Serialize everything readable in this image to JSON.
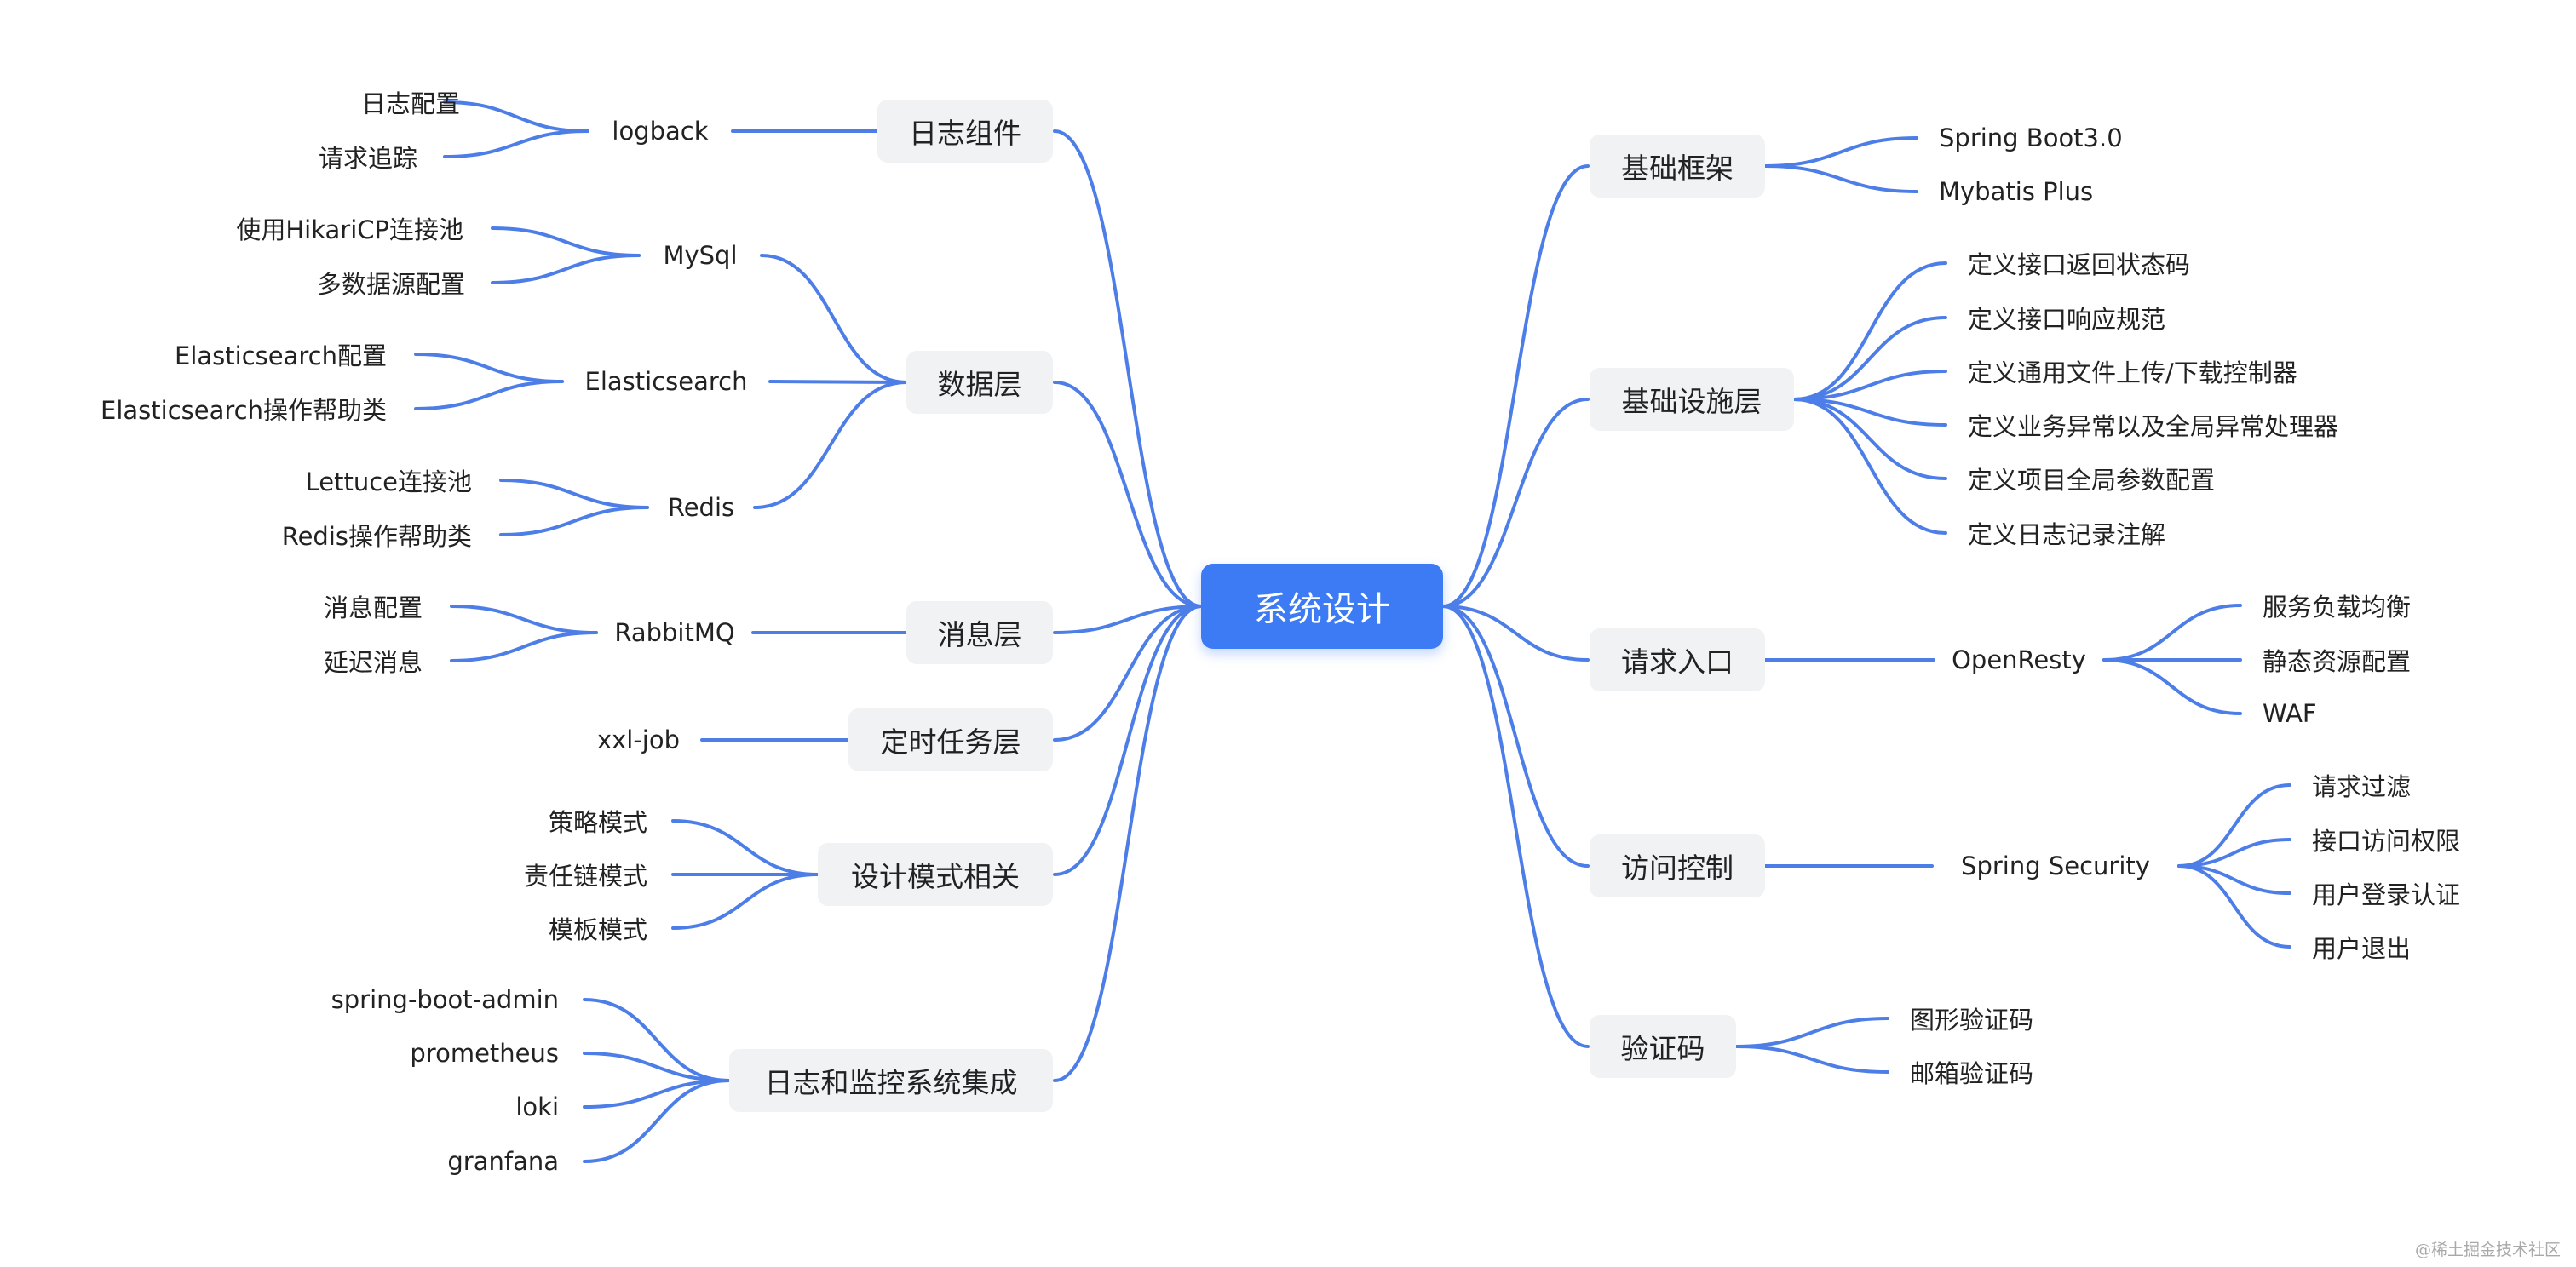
{
  "mindmap": {
    "root": "系统设计",
    "branches": {
      "logging": {
        "label": "日志组件",
        "children": {
          "logback": {
            "label": "logback",
            "children": [
              "日志配置",
              "请求追踪"
            ]
          }
        }
      },
      "data": {
        "label": "数据层",
        "children": {
          "mysql": {
            "label": "MySql",
            "children": [
              "使用HikariCP连接池",
              "多数据源配置"
            ]
          },
          "elasticsearch": {
            "label": "Elasticsearch",
            "children": [
              "Elasticsearch配置",
              "Elasticsearch操作帮助类"
            ]
          },
          "redis": {
            "label": "Redis",
            "children": [
              "Lettuce连接池",
              "Redis操作帮助类"
            ]
          }
        }
      },
      "message": {
        "label": "消息层",
        "children": {
          "rabbitmq": {
            "label": "RabbitMQ",
            "children": [
              "消息配置",
              "延迟消息"
            ]
          }
        }
      },
      "schedule": {
        "label": "定时任务层",
        "children": [
          "xxl-job"
        ]
      },
      "pattern": {
        "label": "设计模式相关",
        "children": [
          "策略模式",
          "责任链模式",
          "模板模式"
        ]
      },
      "monitor": {
        "label": "日志和监控系统集成",
        "children": [
          "spring-boot-admin",
          "prometheus",
          "loki",
          "granfana"
        ]
      },
      "framework": {
        "label": "基础框架",
        "children": [
          "Spring Boot3.0",
          "Mybatis Plus"
        ]
      },
      "infra": {
        "label": "基础设施层",
        "children": [
          "定义接口返回状态码",
          "定义接口响应规范",
          "定义通用文件上传/下载控制器",
          "定义业务异常以及全局异常处理器",
          "定义项目全局参数配置",
          "定义日志记录注解"
        ]
      },
      "entry": {
        "label": "请求入口",
        "children": {
          "openresty": {
            "label": "OpenResty",
            "children": [
              "服务负载均衡",
              "静态资源配置",
              "WAF"
            ]
          }
        }
      },
      "access": {
        "label": "访问控制",
        "children": {
          "security": {
            "label": "Spring Security",
            "children": [
              "请求过滤",
              "接口访问权限",
              "用户登录认证",
              "用户退出"
            ]
          }
        }
      },
      "captcha": {
        "label": "验证码",
        "children": [
          "图形验证码",
          "邮箱验证码"
        ]
      }
    }
  },
  "watermark": "@稀土掘金技术社区",
  "colors": {
    "accent": "#3d7bf5",
    "link": "#4d7ee8",
    "branch_bg": "#f1f2f4",
    "text": "#222222"
  }
}
